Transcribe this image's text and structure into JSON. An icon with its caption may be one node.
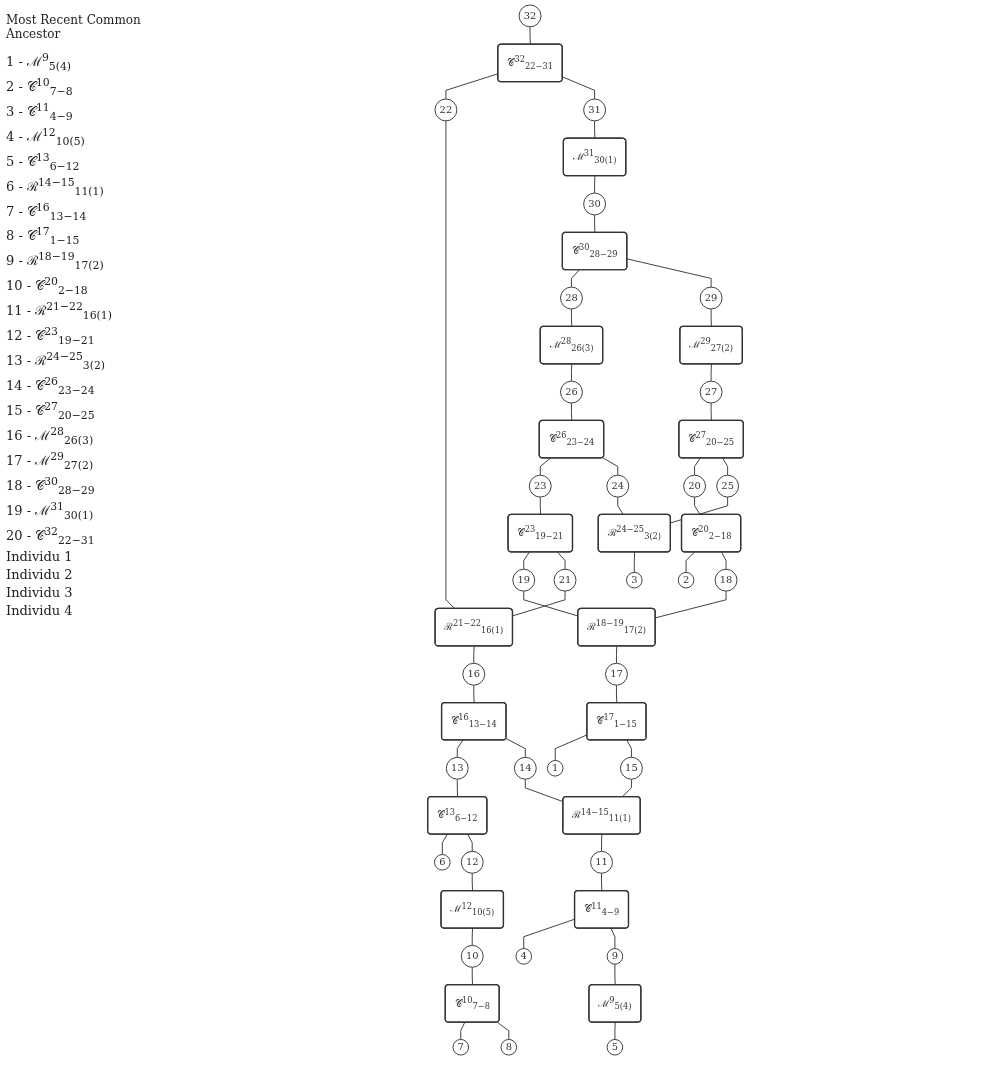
{
  "diagram": {
    "nodes": [
      {
        "text": [
          "32"
        ]
      },
      {
        "text": [
          "𝒞$^{32}$$_{22−31}$"
        ]
      },
      {
        "text": [
          "31"
        ]
      },
      {
        "text": [
          "ℳ$^{31}$$_{30(1)}$"
        ]
      },
      {
        "text": [
          "30"
        ]
      },
      {
        "text": [
          "𝒞$^{30}$$_{28−29}$"
        ]
      },
      {
        "text": [
          "28"
        ]
      },
      {
        "text": [
          "29"
        ]
      },
      {
        "text": [
          "ℳ$^{28}$$_{26(3)}$"
        ]
      },
      {
        "text": [
          "ℳ$^{29}$$_{27(2)}$"
        ]
      },
      {
        "text": [
          "26"
        ]
      },
      {
        "text": [
          "27"
        ]
      },
      {
        "text": [
          "𝒞$^{26}$$_{23−24}$"
        ]
      },
      {
        "text": [
          "𝒞$^{27}$$_{20−25}$"
        ]
      },
      {
        "text": [
          "20"
        ]
      },
      {
        "text": [
          "25"
        ]
      },
      {
        "text": [
          "24"
        ]
      },
      {
        "text": [
          "23"
        ]
      },
      {
        "text": [
          "ℛ$^{24−25}$$_{3(2)}$"
        ]
      },
      {
        "text": [
          "𝒞$^{23}$$_{19−21}$"
        ]
      },
      {
        "text": [
          "𝒞$^{20}$$_{2−18}$"
        ]
      },
      {
        "text": [
          "18"
        ]
      },
      {
        "text": [
          "19"
        ]
      },
      {
        "text": [
          "21"
        ]
      },
      {
        "text": [
          "22"
        ]
      },
      {
        "text": [
          "ℛ$^{18−19}$$_{17(2)}$"
        ]
      },
      {
        "text": [
          "ℛ$^{21−22}$$_{16(1)}$"
        ]
      },
      {
        "text": [
          "16"
        ]
      },
      {
        "text": [
          "17"
        ]
      },
      {
        "text": [
          "𝒞$^{17}$$_{1−15}$"
        ]
      },
      {
        "text": [
          "𝒞$^{16}$$_{13−14}$"
        ]
      },
      {
        "text": [
          "15"
        ]
      },
      {
        "text": [
          "14"
        ]
      },
      {
        "text": [
          "13"
        ]
      },
      {
        "text": [
          "ℛ$^{14−15}$$_{11(1)}$"
        ]
      },
      {
        "text": [
          "11"
        ]
      },
      {
        "text": [
          "𝒞$^{13}$$_{6−12}$"
        ]
      },
      {
        "text": [
          "12"
        ]
      },
      {
        "text": [
          "ℳ$^{12}$$_{10(5)}$"
        ]
      },
      {
        "text": [
          "𝒞$^{11}$$_{4−9}$"
        ]
      },
      {
        "text": [
          "10"
        ]
      },
      {
        "text": [
          "9"
        ]
      },
      {
        "text": [
          "𝒞$^{10}$$_{7−8}$"
        ]
      },
      {
        "text": [
          "ℳ$^{9}$$_{5(4)}$"
        ]
      },
      {
        "text": [
          "1"
        ]
      },
      {
        "text": [
          "2"
        ]
      },
      {
        "text": [
          "3"
        ]
      },
      {
        "text": [
          "4"
        ]
      },
      {
        "text": [
          "5"
        ]
      },
      {
        "text": [
          "6"
        ]
      },
      {
        "text": [
          "7"
        ]
      },
      {
        "text": [
          "8"
        ]
      }
    ],
    "edges": [
      {
        "from": 48,
        "to": 43,
        "arrow": "none"
      },
      {
        "from": 43,
        "to": 41,
        "arrow": "none"
      },
      {
        "from": 50,
        "to": 42,
        "arrow": "none"
      },
      {
        "from": 51,
        "to": 42,
        "arrow": "none"
      },
      {
        "from": 42,
        "to": 40,
        "arrow": "none"
      },
      {
        "from": 47,
        "to": 39,
        "arrow": "none"
      },
      {
        "from": 41,
        "to": 39,
        "arrow": "none"
      },
      {
        "from": 39,
        "to": 35,
        "arrow": "none"
      },
      {
        "from": 40,
        "to": 38,
        "arrow": "none"
      },
      {
        "from": 38,
        "to": 37,
        "arrow": "none"
      },
      {
        "from": 49,
        "to": 36,
        "arrow": "none"
      },
      {
        "from": 37,
        "to": 36,
        "arrow": "none"
      },
      {
        "from": 36,
        "to": 33,
        "arrow": "none"
      },
      {
        "from": 35,
        "to": 34,
        "arrow": "none"
      },
      {
        "from": 34,
        "to": 32,
        "arrow": "none"
      },
      {
        "from": 34,
        "to": 31,
        "arrow": "none"
      },
      {
        "from": 33,
        "to": 30,
        "arrow": "none"
      },
      {
        "from": 32,
        "to": 30,
        "arrow": "none"
      },
      {
        "from": 30,
        "to": 27,
        "arrow": "none"
      },
      {
        "from": 44,
        "to": 29,
        "arrow": "none"
      },
      {
        "from": 31,
        "to": 29,
        "arrow": "none"
      },
      {
        "from": 29,
        "to": 28,
        "arrow": "none"
      },
      {
        "from": 28,
        "to": 25,
        "arrow": "none"
      },
      {
        "from": 25,
        "to": 21,
        "arrow": "none"
      },
      {
        "from": 25,
        "to": 22,
        "arrow": "none"
      },
      {
        "from": 45,
        "to": 20,
        "arrow": "none"
      },
      {
        "from": 21,
        "to": 20,
        "arrow": "none"
      },
      {
        "from": 20,
        "to": 14,
        "arrow": "none"
      },
      {
        "from": 27,
        "to": 26,
        "arrow": "none"
      },
      {
        "from": 26,
        "to": 23,
        "arrow": "none"
      },
      {
        "from": 26,
        "to": 24,
        "arrow": "none"
      },
      {
        "from": 22,
        "to": 19,
        "arrow": "none"
      },
      {
        "from": 23,
        "to": 19,
        "arrow": "none"
      },
      {
        "from": 19,
        "to": 17,
        "arrow": "none"
      },
      {
        "from": 46,
        "to": 18,
        "arrow": "none"
      },
      {
        "from": 18,
        "to": 16,
        "arrow": "none"
      },
      {
        "from": 18,
        "to": 15,
        "arrow": "none"
      },
      {
        "from": 17,
        "to": 12,
        "arrow": "none"
      },
      {
        "from": 16,
        "to": 12,
        "arrow": "none"
      },
      {
        "from": 12,
        "to": 10,
        "arrow": "none"
      },
      {
        "from": 14,
        "to": 13,
        "arrow": "none"
      },
      {
        "from": 15,
        "to": 13,
        "arrow": "none"
      },
      {
        "from": 13,
        "to": 11,
        "arrow": "none"
      },
      {
        "from": 10,
        "to": 8,
        "arrow": "none"
      },
      {
        "from": 8,
        "to": 6,
        "arrow": "none"
      },
      {
        "from": 11,
        "to": 9,
        "arrow": "none"
      },
      {
        "from": 9,
        "to": 7,
        "arrow": "none"
      },
      {
        "from": 6,
        "to": 5,
        "arrow": "none"
      },
      {
        "from": 7,
        "to": 5,
        "arrow": "none"
      },
      {
        "from": 5,
        "to": 4,
        "arrow": "none"
      },
      {
        "from": 4,
        "to": 3,
        "arrow": "none"
      },
      {
        "from": 3,
        "to": 2,
        "arrow": "none"
      },
      {
        "from": 24,
        "to": 1,
        "arrow": "none"
      },
      {
        "from": 2,
        "to": 1,
        "arrow": "none"
      },
      {
        "from": 1,
        "to": 0,
        "arrow": "none"
      }
    ],
    "labels": [
      "Most Recent Common Ancestor",
      "1 - ℳ$^{9}$$_{5(4)}$",
      "2 - 𝒞$^{10}$$_{7−8}$",
      "3 - 𝒞$^{11}$$_{4−9}$",
      "4 - ℳ$^{12}$$_{10(5)}$",
      "5 - 𝒞$^{13}$$_{6−12}$",
      "6 - ℛ$^{14−15}$$_{11(1)}$",
      "7 - 𝒞$^{16}$$_{13−14}$",
      "8 - 𝒞$^{17}$$_{1−15}$",
      "9 - ℛ$^{18−19}$$_{17(2)}$",
      "10 - 𝒞$^{20}$$_{2−18}$",
      "11 - ℛ$^{21−22}$$_{16(1)}$",
      "12 - 𝒞$^{23}$$_{19−21}$",
      "13 - ℛ$^{24−25}$$_{3(2)}$",
      "14 - 𝒞$^{26}$$_{23−24}$",
      "15 - 𝒞$^{27}$$_{20−25}$",
      "16 - ℳ$^{28}$$_{26(3)}$",
      "17 - ℳ$^{29}$$_{27(2)}$",
      "18 - 𝒞$^{30}$$_{28−29}$",
      "19 - ℳ$^{31}$$_{30(1)}$",
      "20 - 𝒞$^{32}$$_{22−31}$",
      "Individu 1",
      "Individu 2",
      "Individu 3",
      "Individu 4"
    ]
  }
}
